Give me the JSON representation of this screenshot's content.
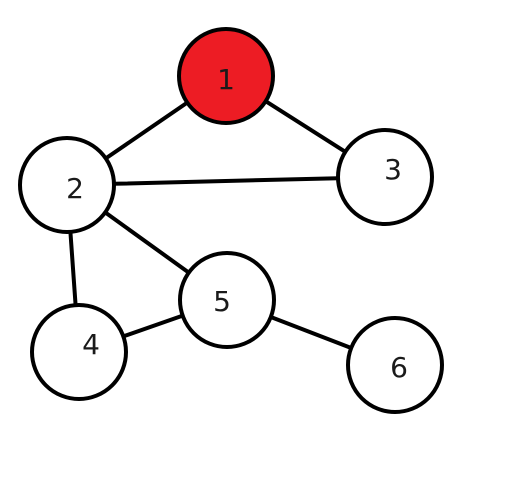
{
  "graph": {
    "nodes": [
      {
        "id": "1",
        "label": "1",
        "fill": "#ed1c24",
        "highlighted": true
      },
      {
        "id": "2",
        "label": "2",
        "fill": "#ffffff",
        "highlighted": false
      },
      {
        "id": "3",
        "label": "3",
        "fill": "#ffffff",
        "highlighted": false
      },
      {
        "id": "4",
        "label": "4",
        "fill": "#ffffff",
        "highlighted": false
      },
      {
        "id": "5",
        "label": "5",
        "fill": "#ffffff",
        "highlighted": false
      },
      {
        "id": "6",
        "label": "6",
        "fill": "#ffffff",
        "highlighted": false
      }
    ],
    "edges": [
      {
        "from": "1",
        "to": "2"
      },
      {
        "from": "1",
        "to": "3"
      },
      {
        "from": "2",
        "to": "3"
      },
      {
        "from": "2",
        "to": "4"
      },
      {
        "from": "2",
        "to": "5"
      },
      {
        "from": "4",
        "to": "5"
      },
      {
        "from": "5",
        "to": "6"
      }
    ],
    "stroke_color": "#000000"
  }
}
